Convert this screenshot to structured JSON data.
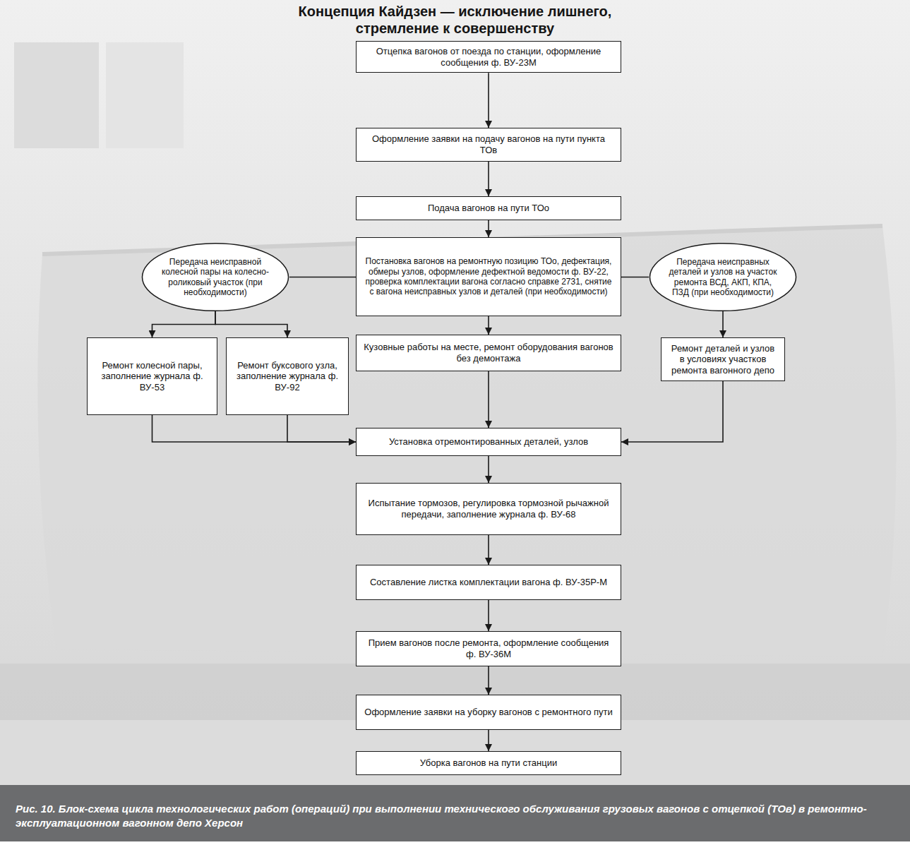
{
  "diagram": {
    "title": "Концепция Кайдзен — исключение лишнего, стремление к совершенству",
    "caption": "Рис. 10. Блок-схема цикла технологических работ (операций) при выполнении технического обслуживания грузовых вагонов с отцепкой (ТОв) в ремонтно-эксплуатационном вагонном депо Херсон",
    "nodes": [
      {
        "text": [
          "Отцепка вагонов от поезда по станции, оформление сообщения ф. ВУ-23М"
        ]
      },
      {
        "text": [
          "Оформление заявки на подачу вагонов на пути пункта ТОв"
        ]
      },
      {
        "text": [
          "Подача вагонов на пути ТОо"
        ]
      },
      {
        "text": [
          "Передача неисправной колесной пары на колесно-роликовый участок (при необходимости)"
        ]
      },
      {
        "text": [
          "Постановка вагонов на ремонтную позицию ТОо, дефектация, обмеры узлов, оформление дефектной ведомости ф. ВУ-22, проверка комплектации вагона согласно справке 2731, снятие с вагона неисправных узлов и деталей (при необходимости)"
        ]
      },
      {
        "text": [
          "Передача неисправных деталей и узлов на участок ремонта ВСД, АКП, КПА, ПЗД (при необходимости)"
        ]
      },
      {
        "text": [
          "Ремонт колесной пары, заполнение журнала ф. ВУ-53"
        ]
      },
      {
        "text": [
          "Ремонт буксового узла, заполнение журнала ф. ВУ-92"
        ]
      },
      {
        "text": [
          "Кузовные работы на месте, ремонт оборудования вагонов без демонтажа"
        ]
      },
      {
        "text": [
          "Ремонт деталей и узлов в условиях участков ремонта вагонного депо"
        ]
      },
      {
        "text": [
          "Установка отремонтированных деталей, узлов"
        ]
      },
      {
        "text": [
          "Испытание тормозов, регулировка тормозной рычажной передачи, заполнение журнала ф. ВУ-68"
        ]
      },
      {
        "text": [
          "Составление листка комплектации вагона ф. ВУ-35Р-М"
        ]
      },
      {
        "text": [
          "Прием вагонов после ремонта, оформление сообщения ф. ВУ-36М"
        ]
      },
      {
        "text": [
          "Оформление заявки на уборку вагонов с ремонтного пути"
        ]
      },
      {
        "text": [
          "Уборка вагонов на пути станции"
        ]
      }
    ],
    "edges": [
      {
        "from": 0,
        "to": 1,
        "arrow": "to"
      },
      {
        "from": 1,
        "to": 2,
        "arrow": "to"
      },
      {
        "from": 2,
        "to": 4,
        "arrow": "to"
      },
      {
        "from": 4,
        "to": 3,
        "arrow": "none"
      },
      {
        "from": 3,
        "to": 6,
        "arrow": "to"
      },
      {
        "from": 3,
        "to": 7,
        "arrow": "to"
      },
      {
        "from": 4,
        "to": 5,
        "arrow": "none"
      },
      {
        "from": 5,
        "to": 9,
        "arrow": "to"
      },
      {
        "from": 4,
        "to": 8,
        "arrow": "to"
      },
      {
        "from": 6,
        "to": 10,
        "arrow": "to"
      },
      {
        "from": 7,
        "to": 10,
        "arrow": "to"
      },
      {
        "from": 8,
        "to": 10,
        "arrow": "to"
      },
      {
        "from": 9,
        "to": 10,
        "arrow": "to"
      },
      {
        "from": 10,
        "to": 11,
        "arrow": "to"
      },
      {
        "from": 11,
        "to": 12,
        "arrow": "to"
      },
      {
        "from": 12,
        "to": 13,
        "arrow": "to"
      },
      {
        "from": 13,
        "to": 14,
        "arrow": "to"
      },
      {
        "from": 14,
        "to": 15,
        "arrow": "to"
      }
    ]
  }
}
